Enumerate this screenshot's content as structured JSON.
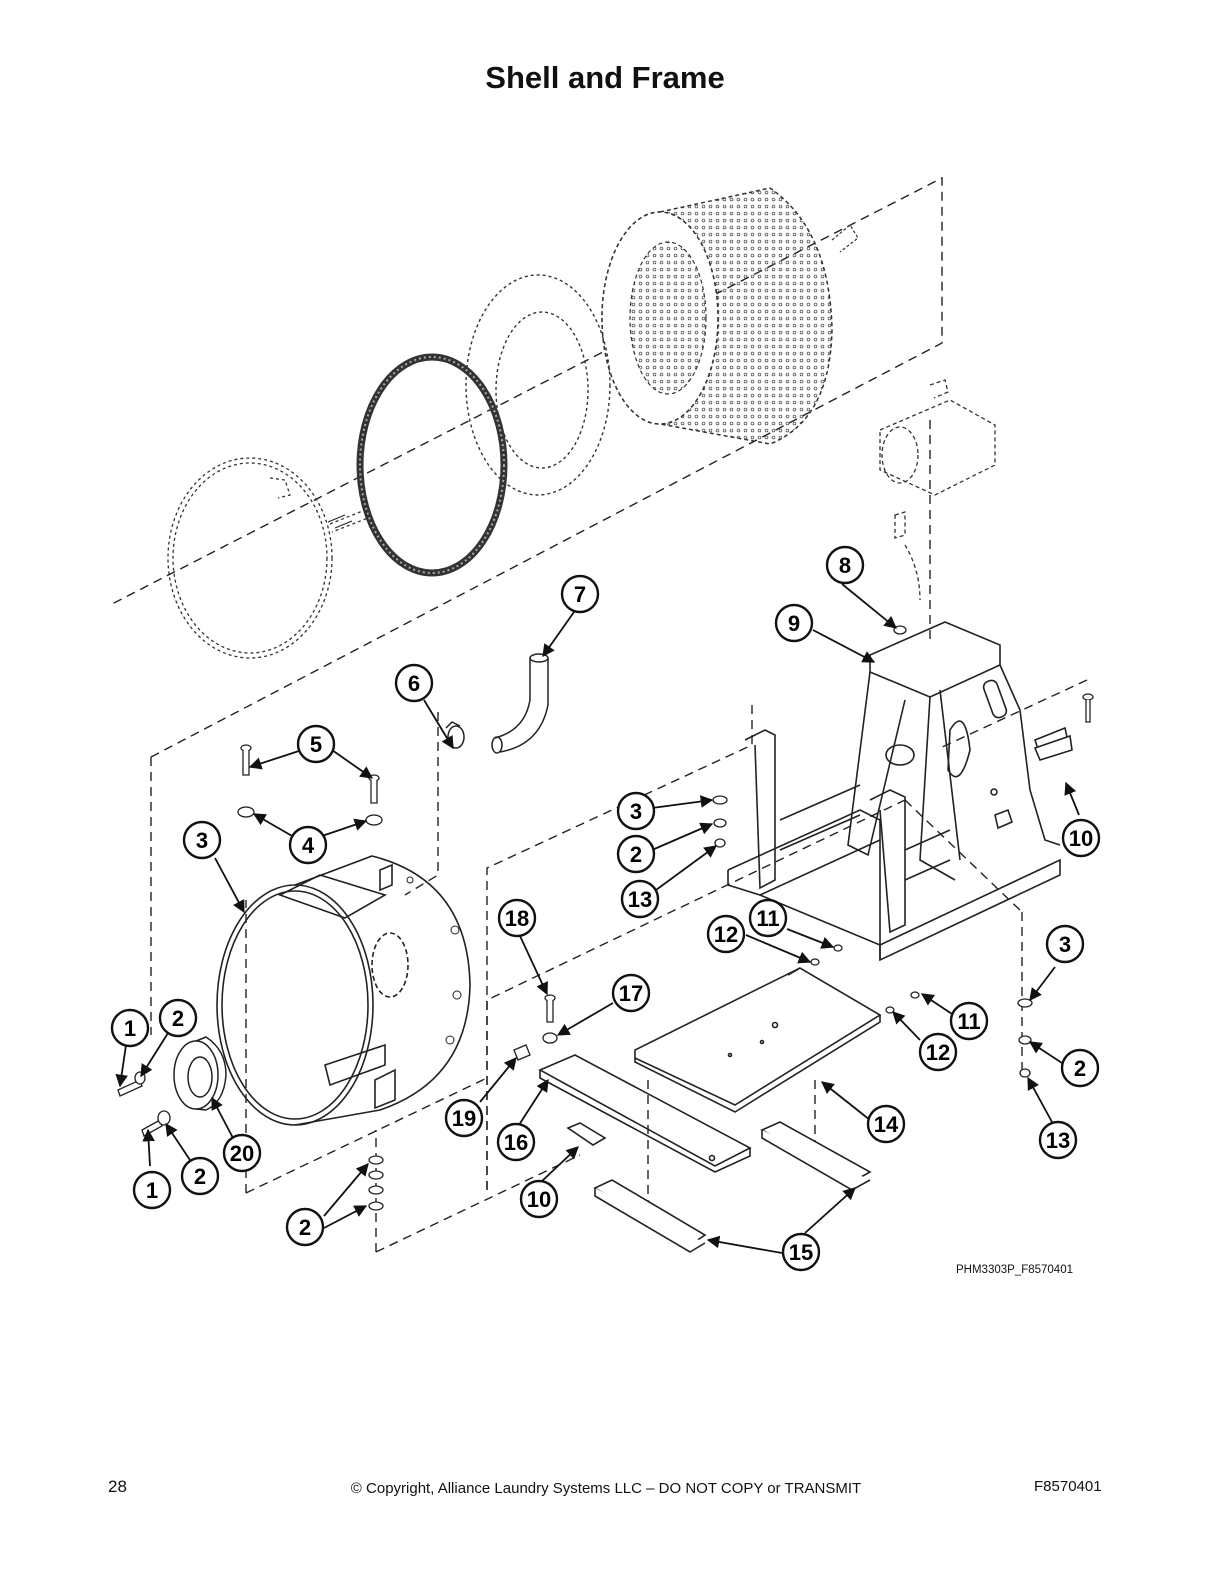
{
  "page": {
    "title": "Shell and Frame",
    "figure_id": "PHM3303P_F8570401",
    "page_number": "28",
    "copyright": "© Copyright, Alliance Laundry Systems LLC – DO NOT COPY or TRANSMIT",
    "document_number": "F8570401"
  },
  "callouts": [
    {
      "label": "1"
    },
    {
      "label": "2"
    },
    {
      "label": "1"
    },
    {
      "label": "2"
    },
    {
      "label": "20"
    },
    {
      "label": "3"
    },
    {
      "label": "5"
    },
    {
      "label": "4"
    },
    {
      "label": "6"
    },
    {
      "label": "7"
    },
    {
      "label": "2"
    },
    {
      "label": "3"
    },
    {
      "label": "2"
    },
    {
      "label": "13"
    },
    {
      "label": "8"
    },
    {
      "label": "9"
    },
    {
      "label": "10"
    },
    {
      "label": "18"
    },
    {
      "label": "17"
    },
    {
      "label": "19"
    },
    {
      "label": "16"
    },
    {
      "label": "10"
    },
    {
      "label": "12"
    },
    {
      "label": "11"
    },
    {
      "label": "11"
    },
    {
      "label": "12"
    },
    {
      "label": "14"
    },
    {
      "label": "15"
    },
    {
      "label": "3"
    },
    {
      "label": "2"
    },
    {
      "label": "13"
    }
  ]
}
